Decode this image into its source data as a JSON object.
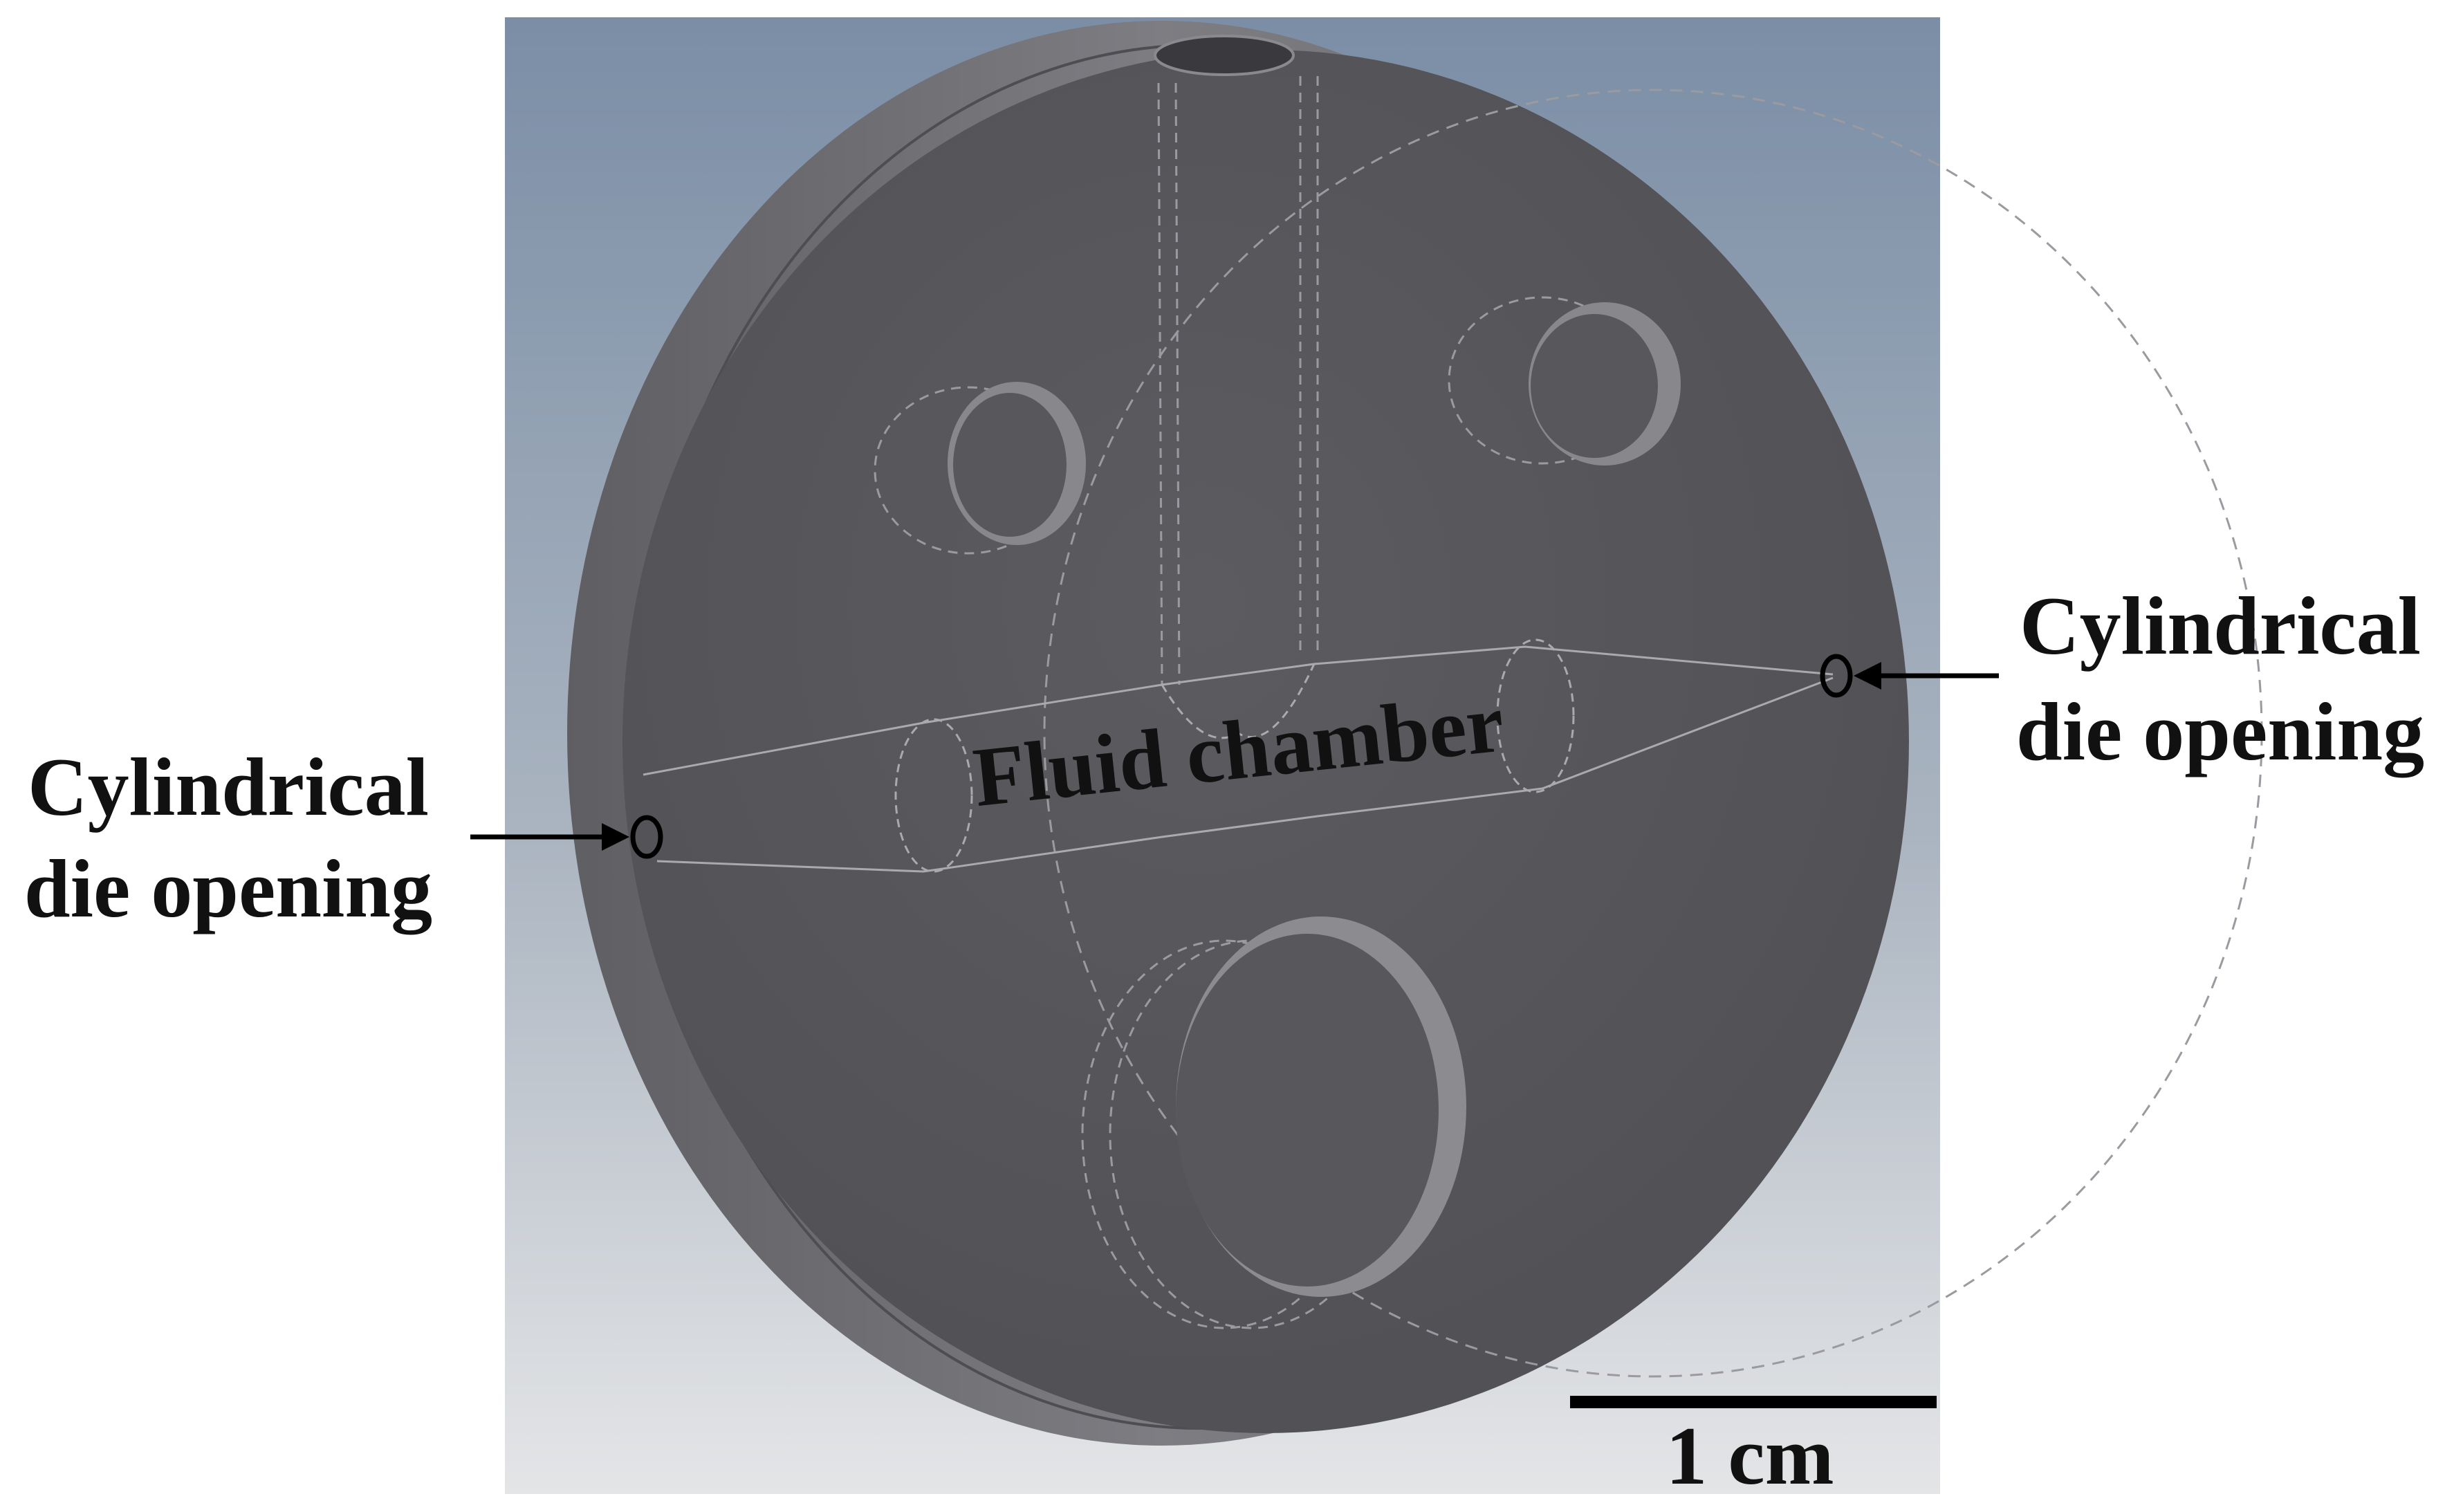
{
  "labels": {
    "fluid_chamber": "Fluid chamber",
    "left_opening": {
      "line1": "Cylindrical",
      "line2": "die opening"
    },
    "right_opening": {
      "line1": "Cylindrical",
      "line2": "die opening"
    }
  },
  "scale_bar": {
    "value": "1 cm"
  },
  "colors": {
    "background_top": "#7f92a8",
    "background_bottom": "#e2e4e6",
    "disk_face": "#58585c",
    "disk_rim": "#717175",
    "hidden_lines": "#9a9aa0",
    "text": "#111111"
  }
}
